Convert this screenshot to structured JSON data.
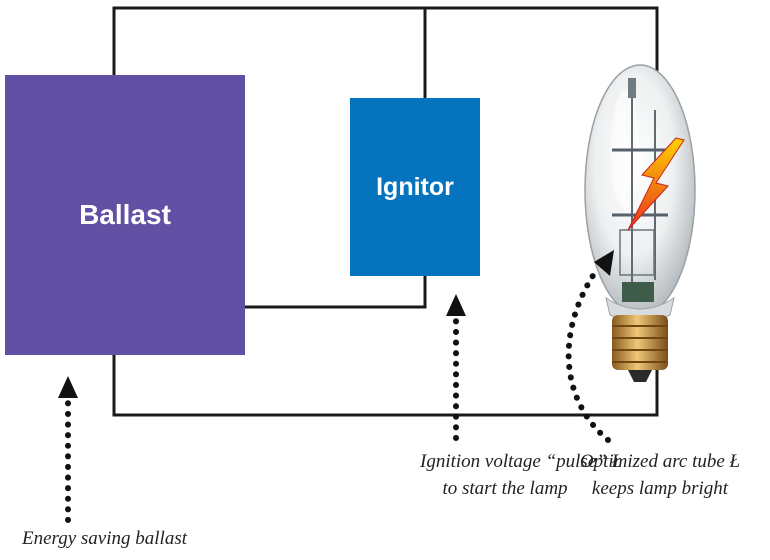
{
  "diagram": {
    "ballast_label": "Ballast",
    "ignitor_label": "Ignitor",
    "captions": {
      "ballast": "Energy saving ballast",
      "ignition_line1": "Ignition voltage “pulse” Ł",
      "ignition_line2": "to start the lamp",
      "arc_line1": "Optimized arc tube Ł",
      "arc_line2": "keeps lamp bright"
    }
  },
  "colors": {
    "ballast": "#6150a3",
    "ignitor": "#0573bd",
    "wire": "#1a1a1a",
    "dots": "#111111",
    "lightning_top": "#ffd200",
    "lightning_bottom": "#e8321e",
    "base_gold": "#c8953a"
  },
  "icons": {
    "lamp": "metal-halide-lamp-icon",
    "lightning": "lightning-bolt-icon"
  }
}
